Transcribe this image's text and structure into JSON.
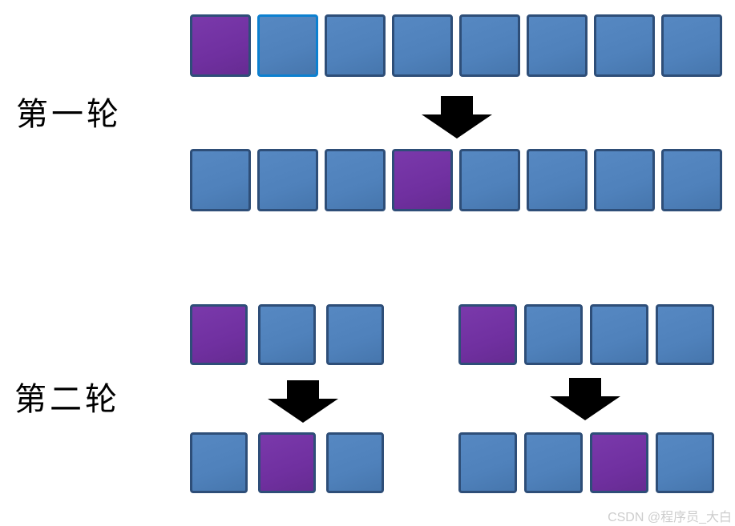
{
  "colors": {
    "background": "#ffffff",
    "blue": "#4f81bb",
    "purple": "#7030a0",
    "border": "#2e4e78",
    "highlight": "#0c80d0",
    "arrow": "#000000",
    "label": "#000000",
    "watermark": "#cdcdcd"
  },
  "rounds": {
    "round1": {
      "label": "第一轮",
      "before": [
        "purple",
        "selected",
        "blue",
        "blue",
        "blue",
        "blue",
        "blue",
        "blue"
      ],
      "after": [
        "blue",
        "blue",
        "blue",
        "purple",
        "blue",
        "blue",
        "blue",
        "blue"
      ]
    },
    "round2": {
      "label": "第二轮",
      "left": {
        "before": [
          "purple",
          "blue",
          "blue"
        ],
        "after": [
          "blue",
          "purple",
          "blue"
        ]
      },
      "right": {
        "before": [
          "purple",
          "blue",
          "blue",
          "blue"
        ],
        "after": [
          "blue",
          "blue",
          "purple",
          "blue"
        ]
      }
    }
  },
  "watermark": "CSDN @程序员_大白"
}
